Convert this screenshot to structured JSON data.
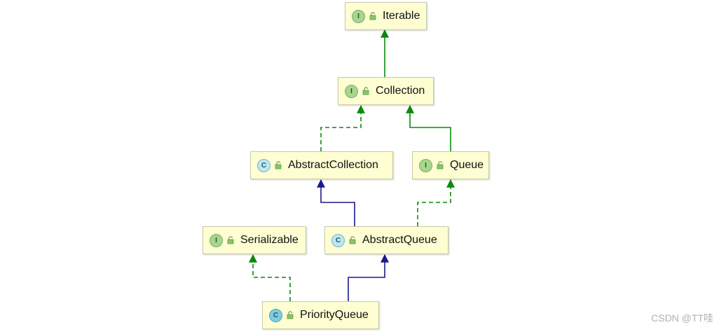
{
  "nodes": {
    "iterable": {
      "label": "Iterable",
      "kind": "I"
    },
    "collection": {
      "label": "Collection",
      "kind": "I"
    },
    "abstract_collection": {
      "label": "AbstractCollection",
      "kind": "C"
    },
    "queue": {
      "label": "Queue",
      "kind": "I"
    },
    "serializable": {
      "label": "Serializable",
      "kind": "I"
    },
    "abstract_queue": {
      "label": "AbstractQueue",
      "kind": "C"
    },
    "priority_queue": {
      "label": "PriorityQueue",
      "kind": "C"
    }
  },
  "edges": [
    {
      "from": "collection",
      "to": "iterable",
      "type": "extends-interface"
    },
    {
      "from": "abstract_collection",
      "to": "collection",
      "type": "implements"
    },
    {
      "from": "queue",
      "to": "collection",
      "type": "extends-interface"
    },
    {
      "from": "abstract_queue",
      "to": "abstract_collection",
      "type": "extends-class"
    },
    {
      "from": "abstract_queue",
      "to": "queue",
      "type": "implements"
    },
    {
      "from": "priority_queue",
      "to": "serializable",
      "type": "implements"
    },
    {
      "from": "priority_queue",
      "to": "abstract_queue",
      "type": "extends-class"
    }
  ],
  "colors": {
    "interface_edge": "#0a8a0a",
    "class_edge": "#1a1a8c",
    "node_fill": "#fefed2"
  },
  "watermark": "CSDN @TT哇"
}
